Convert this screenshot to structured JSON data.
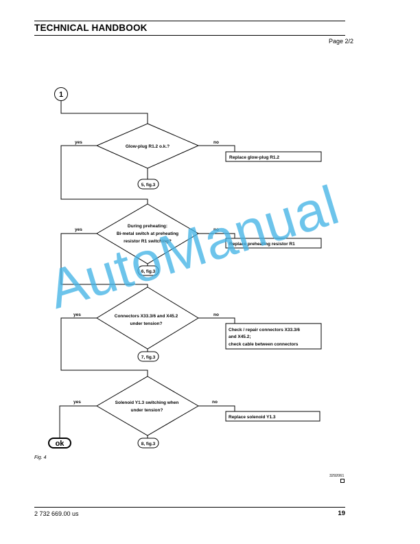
{
  "header": {
    "title": "TECHNICAL HANDBOOK",
    "page_indicator": "Page 2/2"
  },
  "flowchart": {
    "start_connector": "1",
    "end_connector": "ok",
    "steps": [
      {
        "question": [
          "Glow-plug R1.2 o.k.?"
        ],
        "yes_label": "yes",
        "no_label": "no",
        "action": [
          "Replace glow-plug R1.2"
        ],
        "reference": "5, fig.3"
      },
      {
        "question": [
          "During preheating:",
          "Bi-metal switch at preheating",
          "resistor R1 switching?"
        ],
        "yes_label": "yes",
        "no_label": "no",
        "action": [
          "Replace preheating resistor R1"
        ],
        "reference": "6, fig.3"
      },
      {
        "question": [
          "Connectors X33.3/6 and X45.2",
          "under tension?"
        ],
        "yes_label": "yes",
        "no_label": "no",
        "action": [
          "Check / repair connectors X33.3/6",
          "and X45.2;",
          "check cable between connectors"
        ],
        "reference": "7, fig.3"
      },
      {
        "question": [
          "Solenoid Y1.3 switching when",
          "under tension?"
        ],
        "yes_label": "yes",
        "no_label": "no",
        "action": [
          "Replace solenoid Y1.3"
        ],
        "reference": "8, fig.3"
      }
    ]
  },
  "figure_label": "Fig. 4",
  "image_code": "3292061",
  "footer": {
    "doc_number": "2 732 669.00 us",
    "page_number": "19"
  },
  "watermark": "AutoManual"
}
